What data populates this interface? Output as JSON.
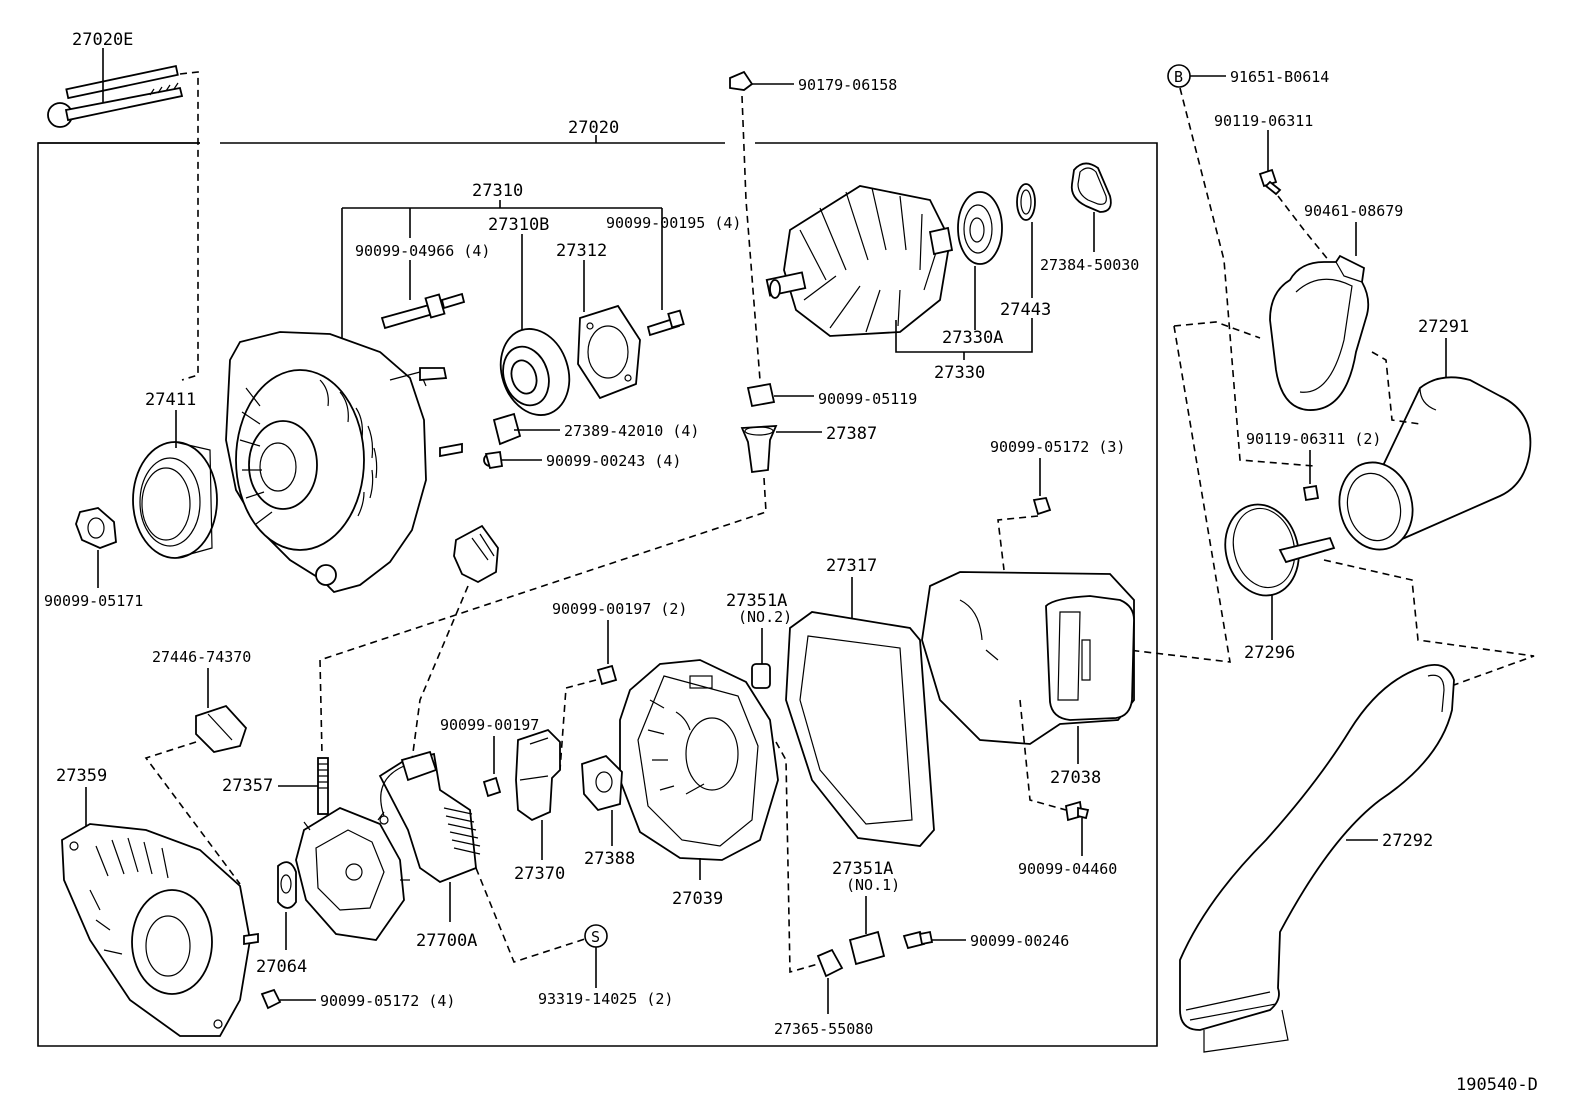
{
  "diagram": {
    "assembly_label": "27020",
    "footer_code": "190540-D",
    "labels": {
      "l27020E": "27020E",
      "l27310": "27310",
      "l27310B": "27310B",
      "l27312": "27312",
      "l90099_04966": "90099-04966 (4)",
      "l90099_00195": "90099-00195 (4)",
      "l27411": "27411",
      "l27389": "27389-42010 (4)",
      "l90099_00243": "90099-00243 (4)",
      "l90099_05171": "90099-05171",
      "l90179": "90179-06158",
      "l90099_05119": "90099-05119",
      "l27387": "27387",
      "l27443": "27443",
      "l27330A": "27330A",
      "l27330": "27330",
      "l27384": "27384-50030",
      "l91651": "91651-B0614",
      "lB": "B",
      "l90119_a": "90119-06311",
      "l90461": "90461-08679",
      "l27291": "27291",
      "l90119_b": "90119-06311 (2)",
      "l27296": "27296",
      "l90099_05172_3": "90099-05172 (3)",
      "l27317": "27317",
      "l27351A_2": "27351A",
      "lNO2": "(NO.2)",
      "l90099_00197_2": "90099-00197 (2)",
      "l27446": "27446-74370",
      "l27359": "27359",
      "l27357": "27357",
      "l90099_00197": "90099-00197",
      "l27370": "27370",
      "l27388": "27388",
      "l27039": "27039",
      "l27038": "27038",
      "l90099_04460": "90099-04460",
      "l27292": "27292",
      "l27064": "27064",
      "l27700A": "27700A",
      "lS": "S",
      "l93319": "93319-14025 (2)",
      "l90099_05172_4": "90099-05172 (4)",
      "l27351A_1": "27351A",
      "lNO1": "(NO.1)",
      "l90099_00246": "90099-00246",
      "l27365": "27365-55080"
    }
  }
}
